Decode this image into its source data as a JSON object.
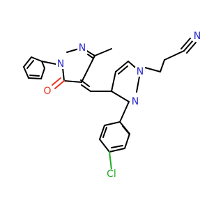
{
  "molecule": {
    "atoms": {
      "n_nitrile": "N",
      "n_pz_1": "N",
      "n_pz_2": "N",
      "n_pzone_1": "N",
      "n_pzone_2": "N",
      "o_carbonyl": "O",
      "cl": "Cl"
    },
    "colors": {
      "nitrogen": "#2b2bcc",
      "oxygen": "#e8311d",
      "chlorine": "#22aa22",
      "carbon": "#000000"
    }
  }
}
